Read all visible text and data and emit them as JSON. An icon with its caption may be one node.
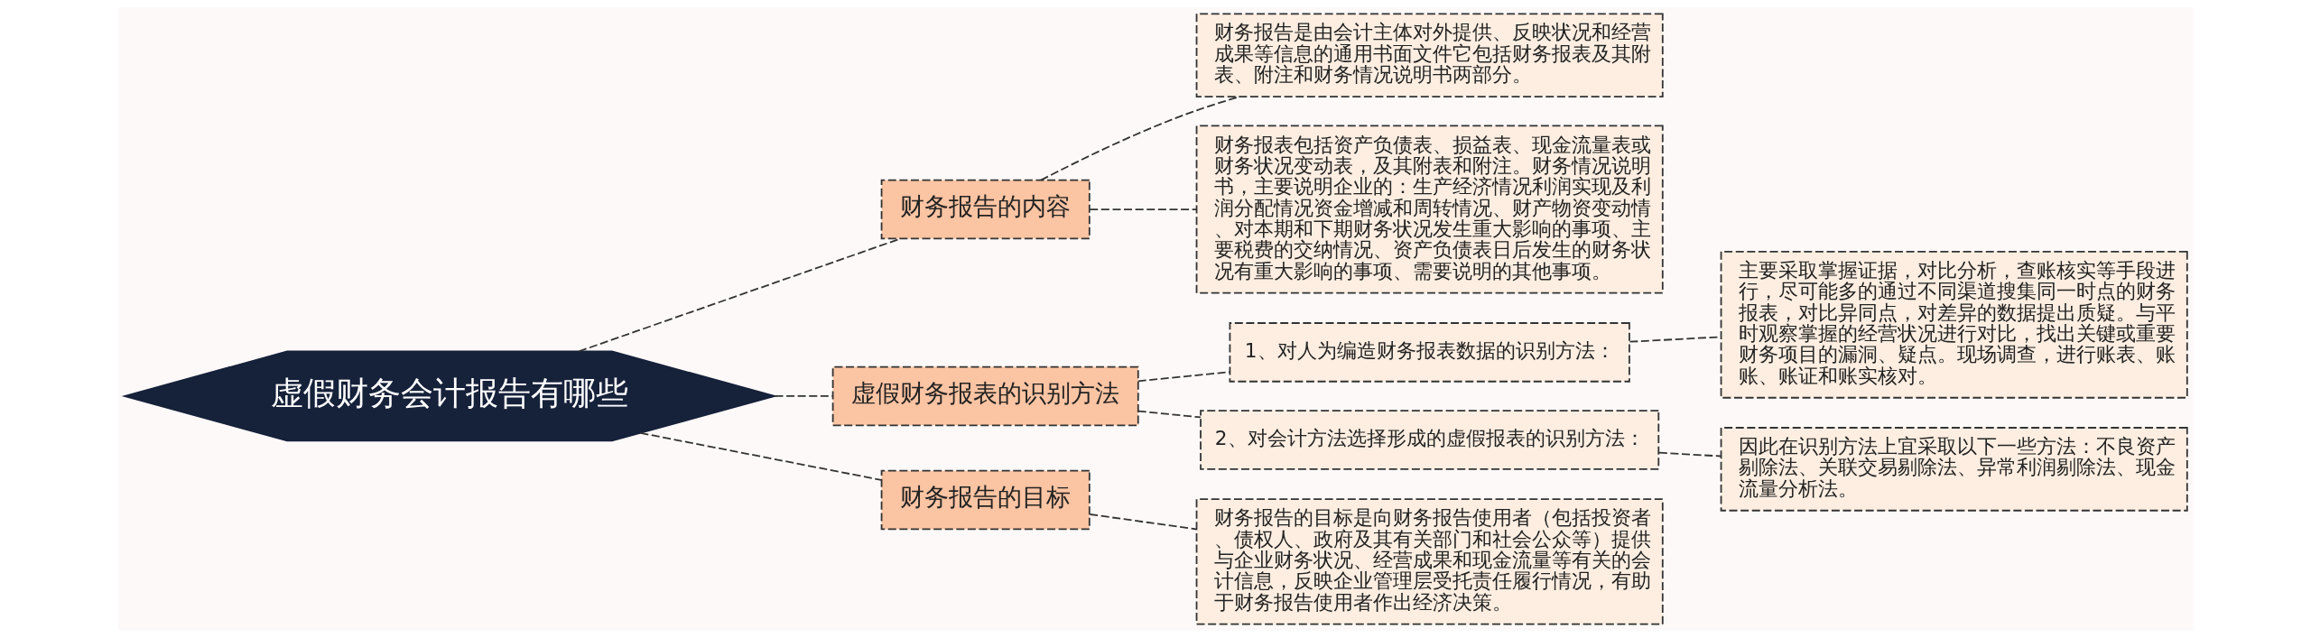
{
  "diagram": {
    "nodes": [
      {
        "text": [
          "虚假财务会计报告有哪些"
        ]
      },
      {
        "text": [
          "财务报告的内容"
        ]
      },
      {
        "text": [
          "财务报告是由会计主体对外提供、反映状况和经营成果等信息的通用书面文件它包括财务报表及其附表、附注和财务情况说明书两部分。"
        ]
      },
      {
        "text": [
          "财务报表包括资产负债表、损益表、现金流量表或财务状况变动表，及其附表和附注。财务情况说明书，主要说明企业的：生产经济情况利润实现及利润分配情况资金增减和周转情况、财产物资变动情、对本期和下期财务状况发生重大影响的事项、主要税费的交纳情况、资产负债表日后发生的财务状况有重大影响的事项、需要说明的其他事项。"
        ]
      },
      {
        "text": [
          "虚假财务报表的识别方法"
        ]
      },
      {
        "text": [
          "1、对人为编造财务报表数据的识别方法："
        ]
      },
      {
        "text": [
          "主要采取掌握证据，对比分析，查账核实等手段进行，尽可能多的通过不同渠道搜集同一时点的财务报表，对比异同点，对差异的数据提出质疑。与平时观察掌握的经营状况进行对比，找出关键或重要财务项目的漏洞、疑点。现场调查，进行账表、账账、账证和账实核对。"
        ]
      },
      {
        "text": [
          "2、对会计方法选择形成的虚假报表的识别方法："
        ]
      },
      {
        "text": [
          "因此在识别方法上宜采取以下一些方法：不良资产剔除法、关联交易剔除法、异常利润剔除法、现金流量分析法。"
        ]
      },
      {
        "text": [
          "财务报告的目标"
        ]
      },
      {
        "text": [
          "财务报告的目标是向财务报告使用者（包括投资者、债权人、政府及其有关部门和社会公众等）提供与企业财务状况、经营成果和现金流量等有关的会计信息，反映企业管理层受托责任履行情况，有助于财务报告使用者作出经济决策。"
        ]
      }
    ],
    "edges": [
      {
        "from": 0,
        "to": 1,
        "arrow": "none",
        "style": "dashed"
      },
      {
        "from": 1,
        "to": 2,
        "arrow": "none",
        "style": "dashed"
      },
      {
        "from": 1,
        "to": 3,
        "arrow": "none",
        "style": "dashed"
      },
      {
        "from": 0,
        "to": 4,
        "arrow": "none",
        "style": "dashed"
      },
      {
        "from": 4,
        "to": 5,
        "arrow": "none",
        "style": "dashed"
      },
      {
        "from": 5,
        "to": 6,
        "arrow": "none",
        "style": "dashed"
      },
      {
        "from": 4,
        "to": 7,
        "arrow": "none",
        "style": "dashed"
      },
      {
        "from": 7,
        "to": 8,
        "arrow": "none",
        "style": "dashed"
      },
      {
        "from": 0,
        "to": 9,
        "arrow": "none",
        "style": "dashed"
      },
      {
        "from": 9,
        "to": 10,
        "arrow": "none",
        "style": "dashed"
      }
    ]
  }
}
